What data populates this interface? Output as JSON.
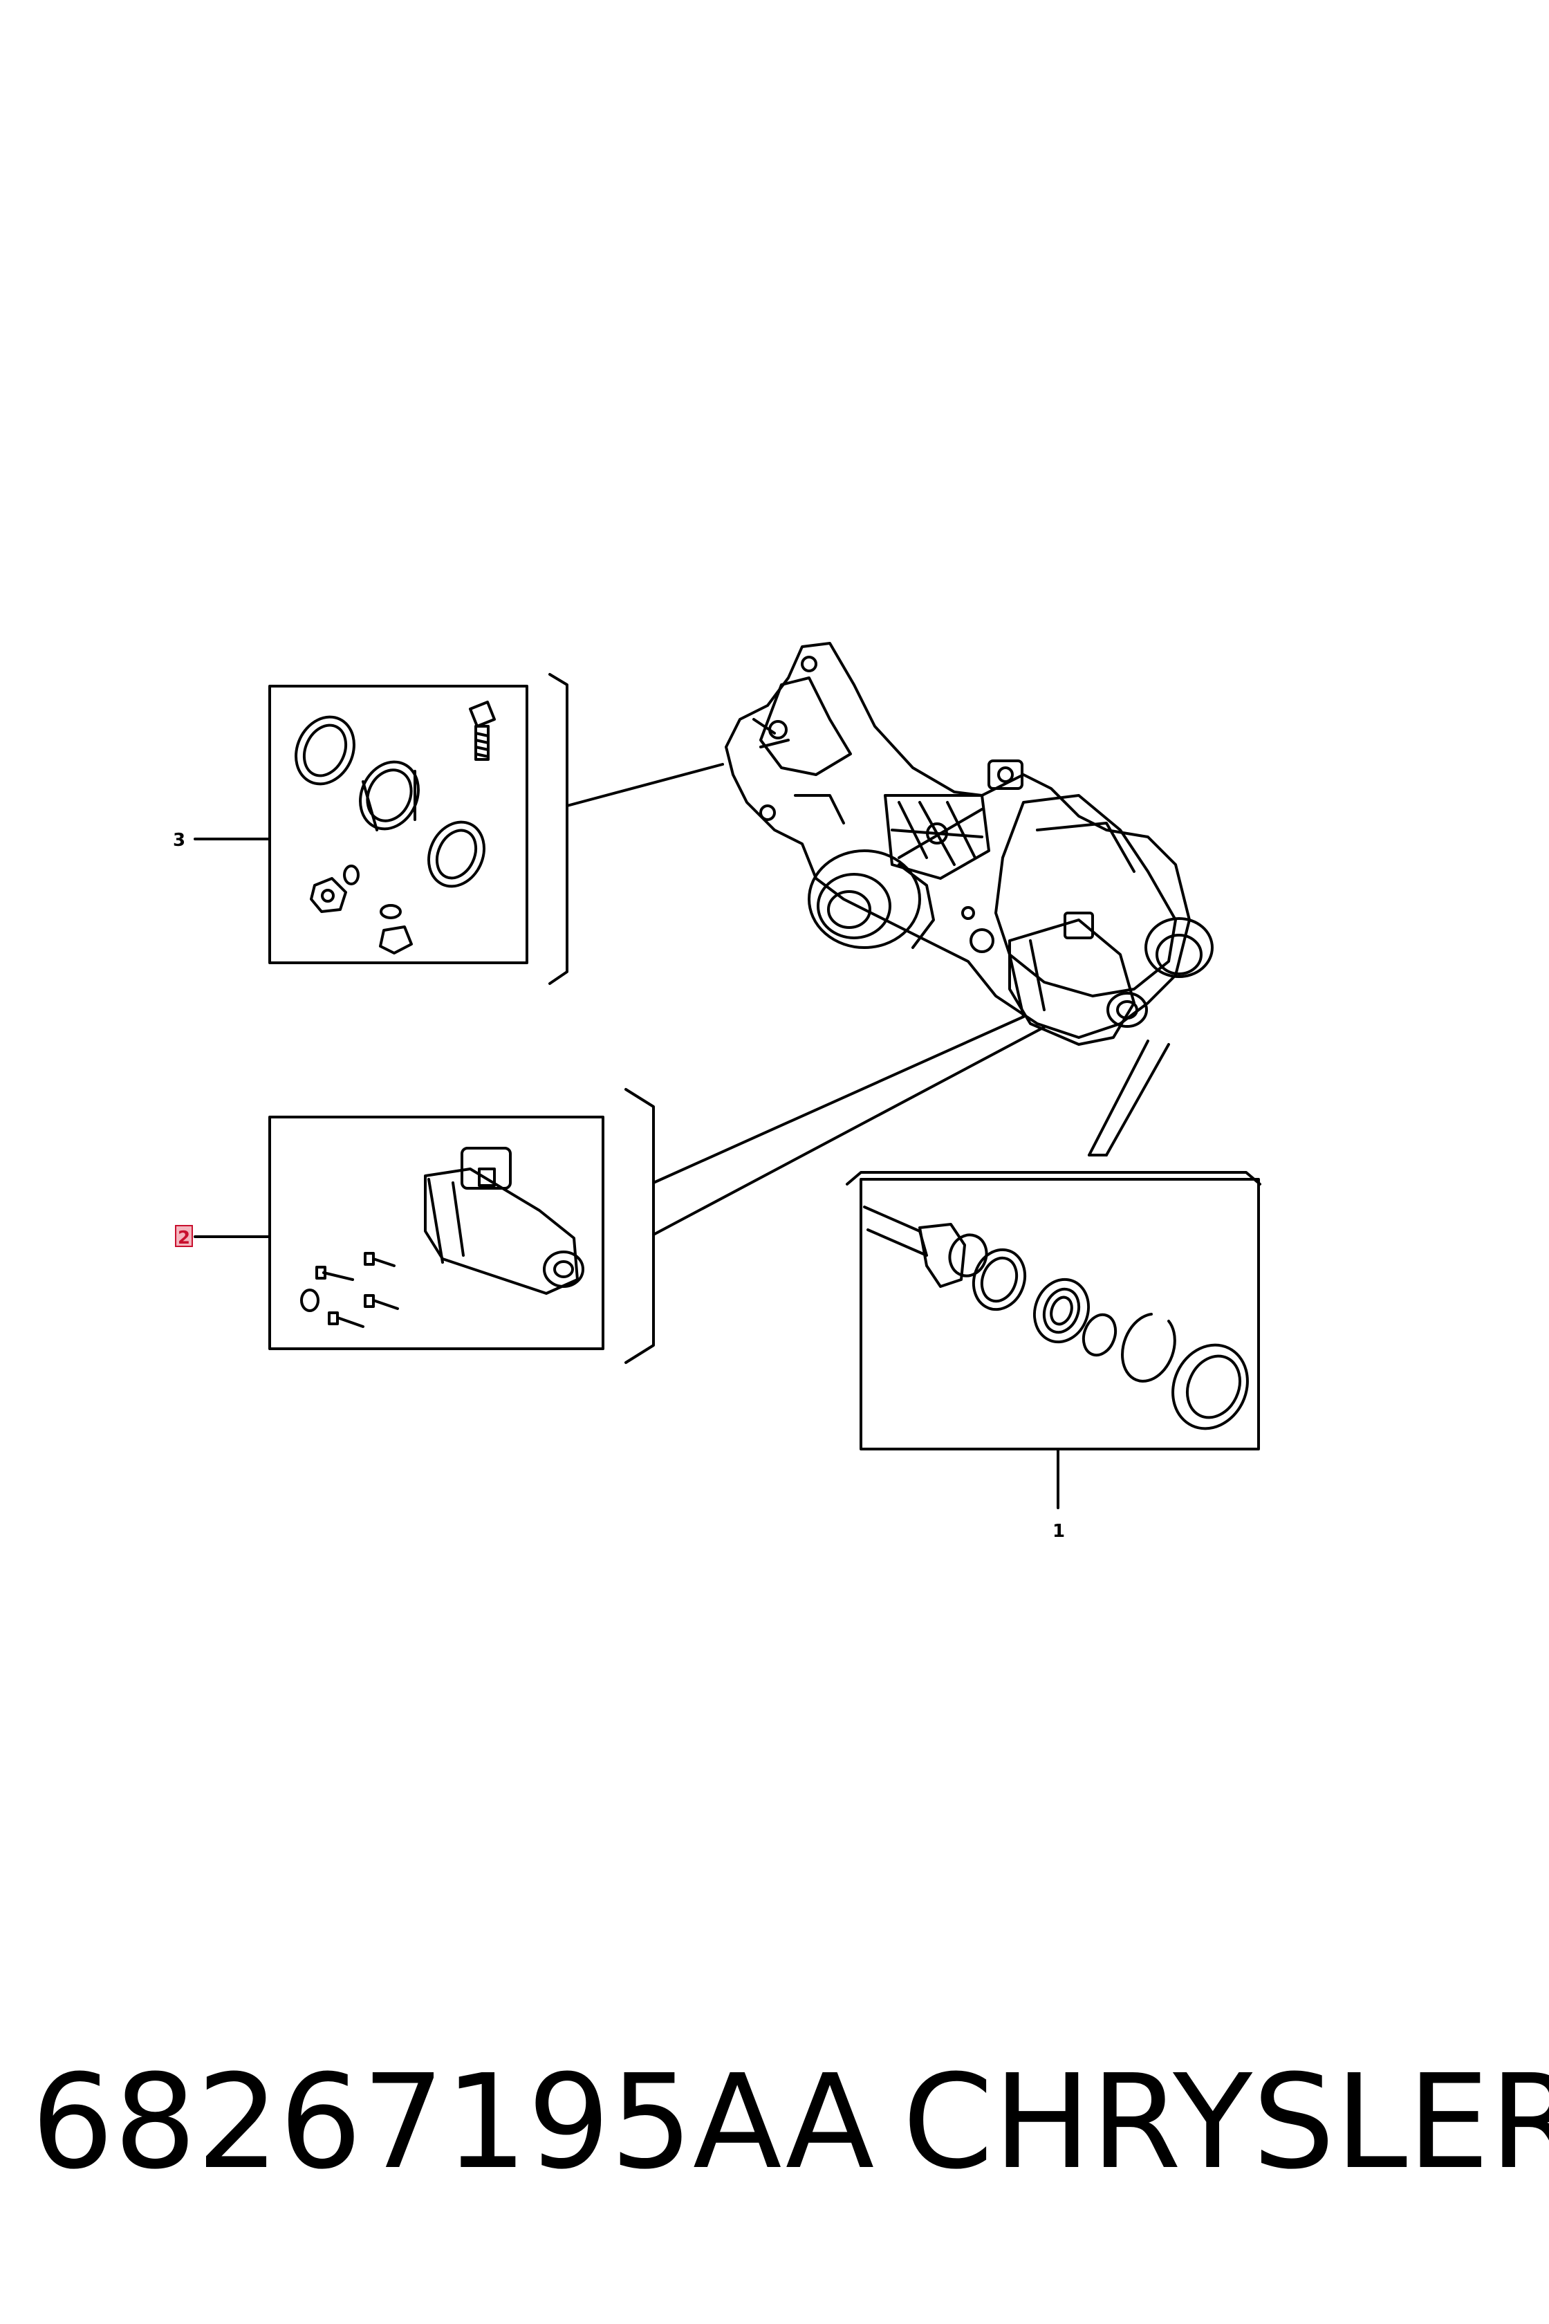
{
  "callouts": [
    {
      "id": "1",
      "label": "1",
      "highlighted": false
    },
    {
      "id": "2",
      "label": "2",
      "highlighted": true
    },
    {
      "id": "3",
      "label": "3",
      "highlighted": false
    }
  ],
  "footer": {
    "part_number": "68267195AA",
    "brand": "CHRYSLER"
  },
  "colors": {
    "line": "#000000",
    "highlight": "#c8102e",
    "background": "#ffffff"
  }
}
